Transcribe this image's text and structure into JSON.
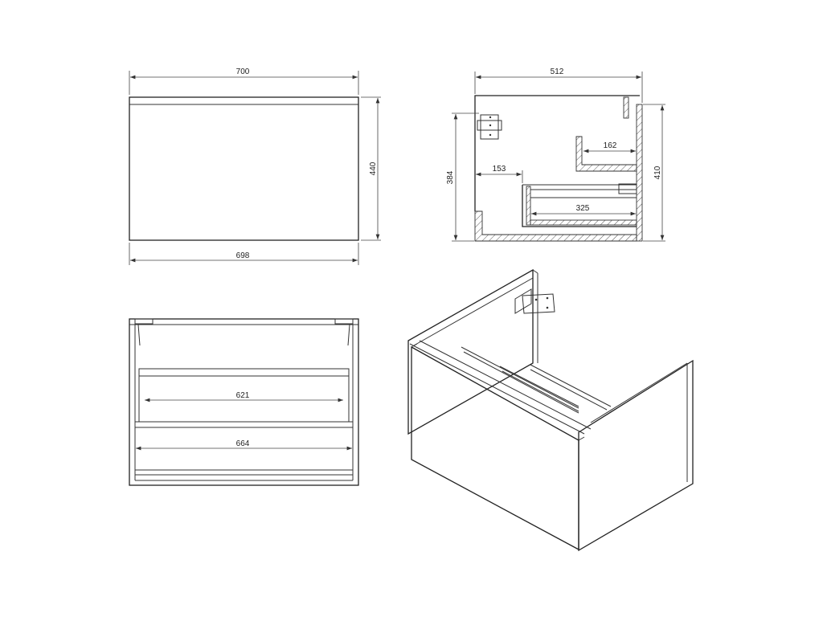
{
  "dimensions": {
    "front_top_width": "700",
    "front_bottom_width": "698",
    "front_height": "440",
    "side_width": "512",
    "side_height_left": "384",
    "side_height_right": "410",
    "side_depth_153": "153",
    "side_depth_162": "162",
    "side_depth_325": "325",
    "inner_width_621": "621",
    "inner_width_664": "664"
  }
}
